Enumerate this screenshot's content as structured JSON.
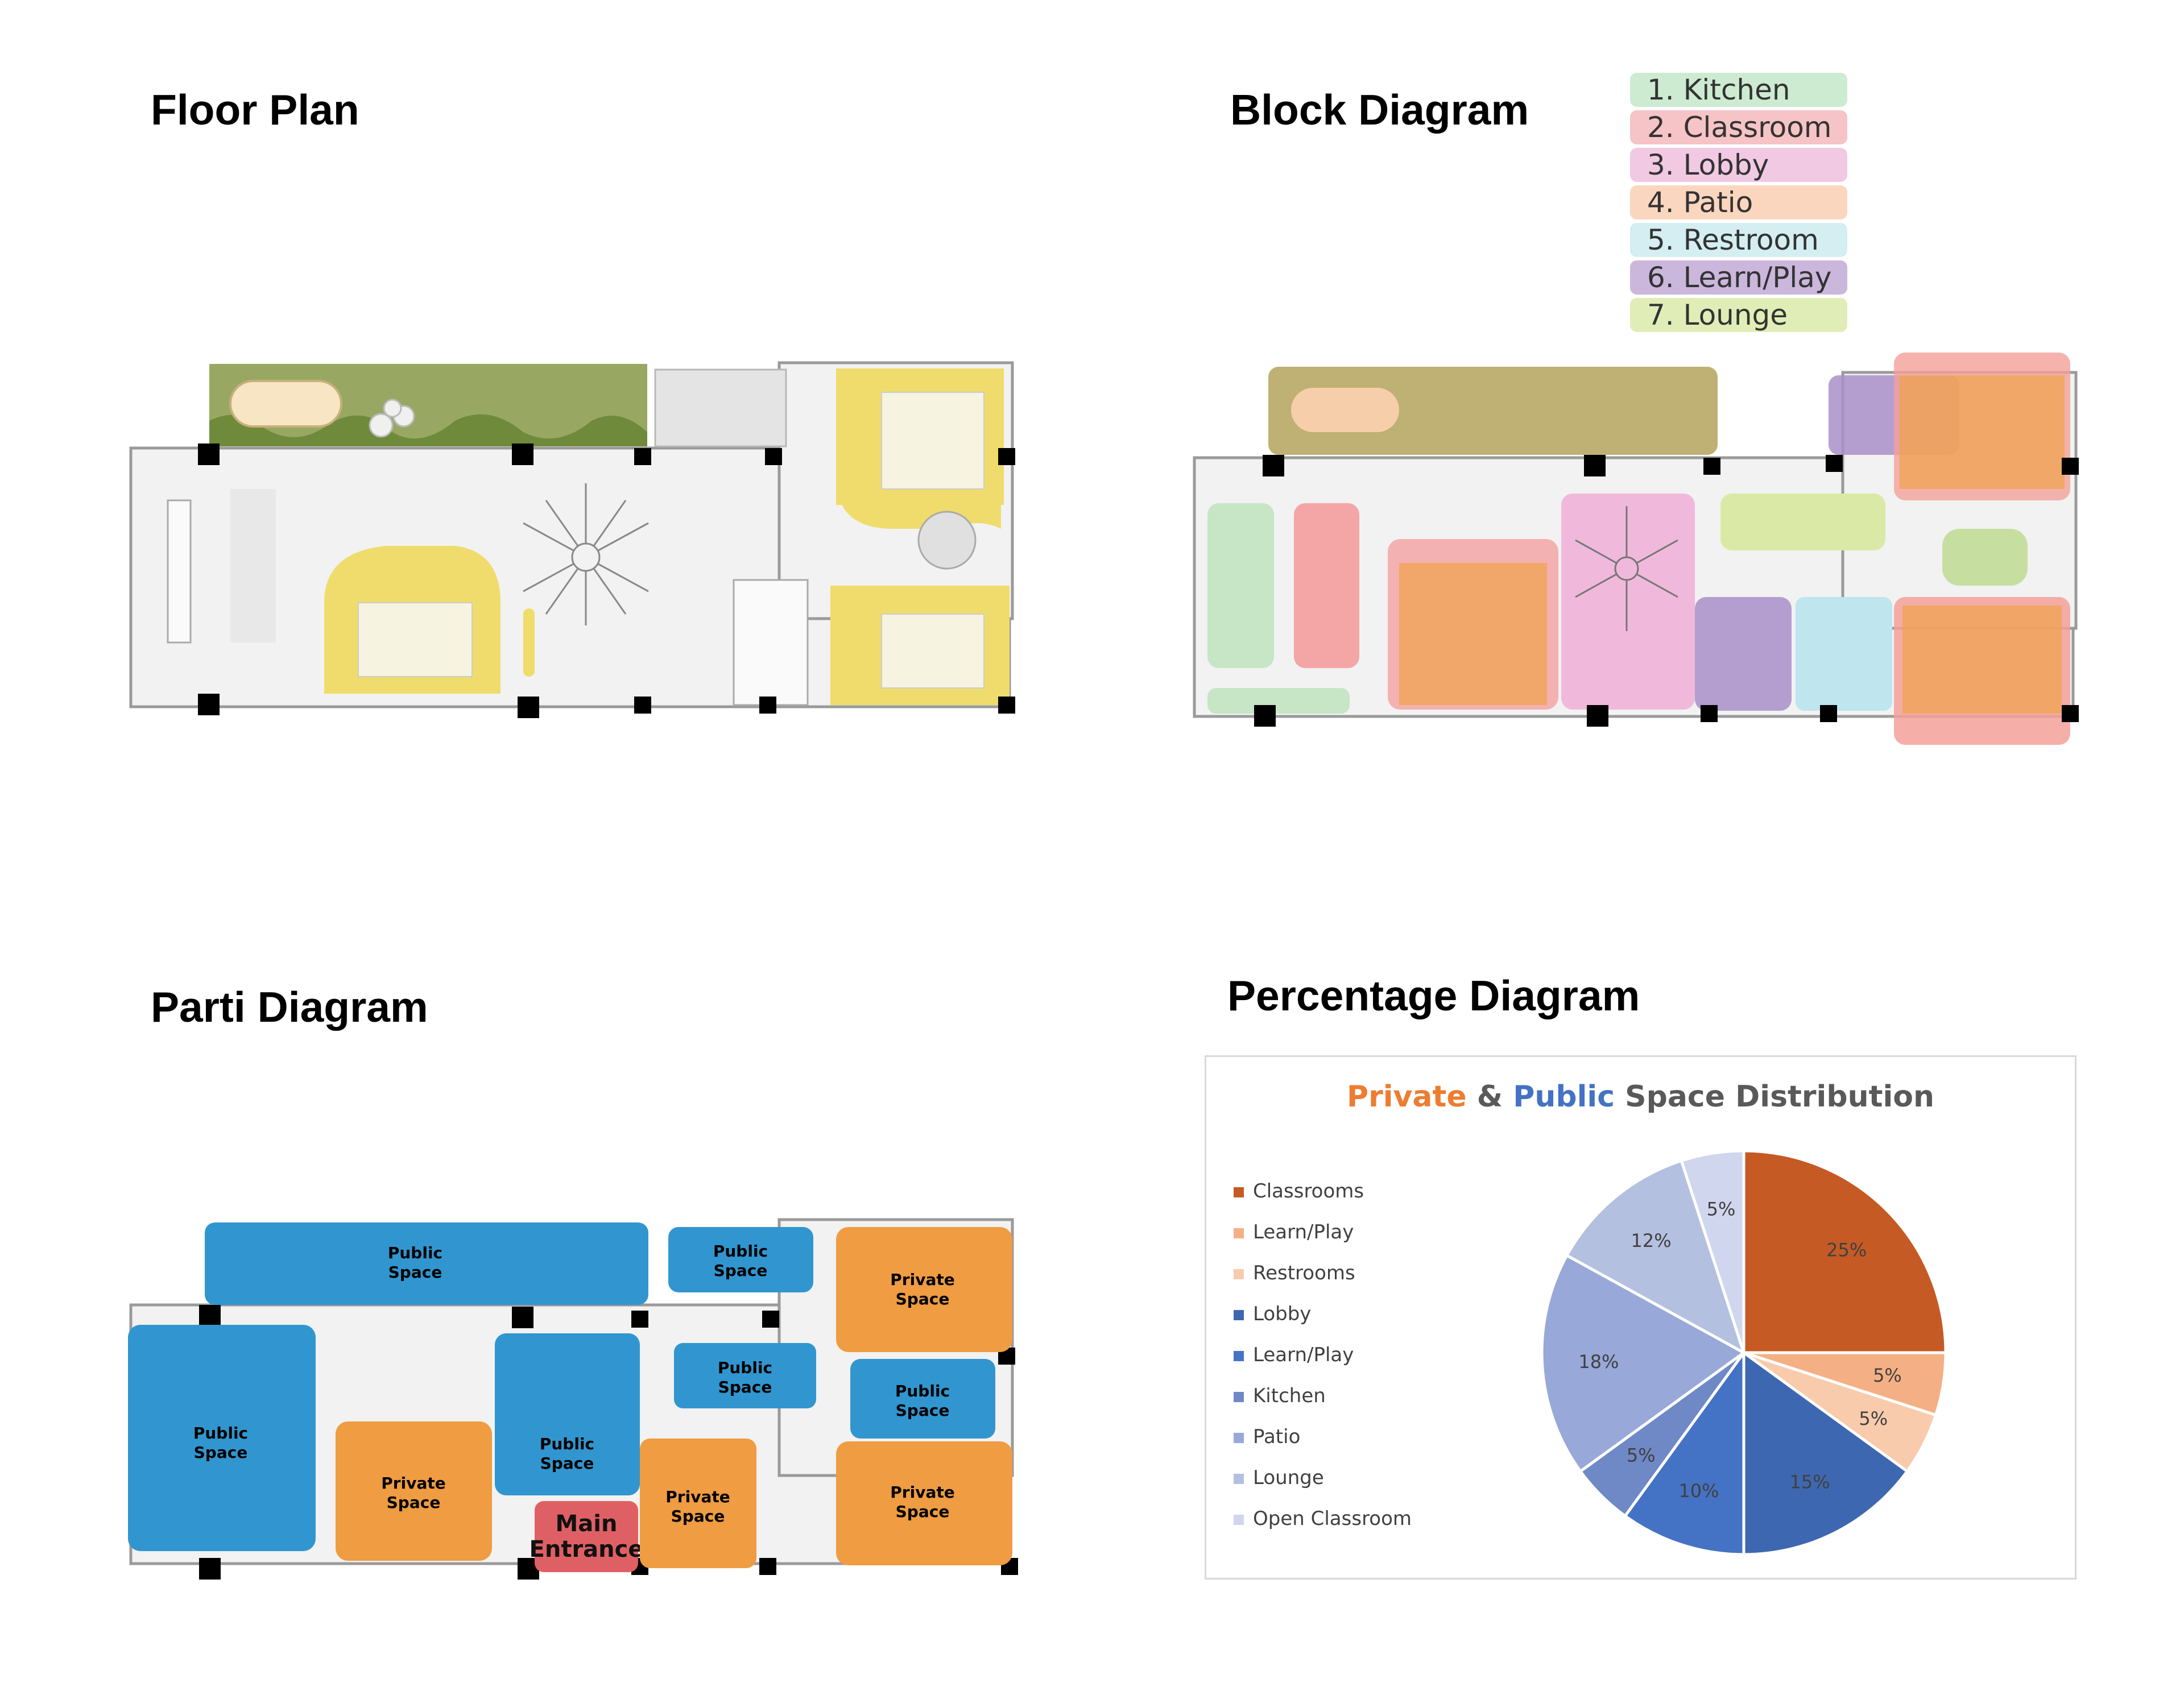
{
  "headings": {
    "floor_plan": "Floor Plan",
    "block_diagram": "Block Diagram",
    "parti_diagram": "Parti Diagram",
    "percentage_diagram": "Percentage Diagram"
  },
  "block_legend": [
    {
      "label": "1. Kitchen",
      "color": "#cdebd1"
    },
    {
      "label": "2. Classroom",
      "color": "#f6c3c6"
    },
    {
      "label": "3. Lobby",
      "color": "#f2c9e2"
    },
    {
      "label": "4. Patio",
      "color": "#fbd6bf"
    },
    {
      "label": "5. Restroom",
      "color": "#d4eef2"
    },
    {
      "label": "6. Learn/Play",
      "color": "#cbb6dc"
    },
    {
      "label": "7. Lounge",
      "color": "#e1edb7"
    }
  ],
  "parti_labels": {
    "public_space_1": "Public",
    "public_space_2": "Space",
    "private_space_1": "Private",
    "private_space_2": "Space",
    "main_entrance_1": "Main",
    "main_entrance_2": "Entrance"
  },
  "colors": {
    "public": "#3196cf",
    "private": "#ef9c42",
    "entrance": "#df6064",
    "plan_yellow": "#f0dc6c",
    "plan_green": "#98a862"
  },
  "chart_title": {
    "part1": "Private",
    "part2": " & ",
    "part3": "Public",
    "part4": " Space Distribution"
  },
  "chart_data": {
    "type": "pie",
    "title": "Private & Public Space Distribution",
    "slices": [
      {
        "label": "Classrooms",
        "value": 25,
        "color": "#c55a24"
      },
      {
        "label": "Learn/Play",
        "value": 5,
        "color": "#f4b084"
      },
      {
        "label": "Restrooms",
        "value": 5,
        "color": "#f8cbad"
      },
      {
        "label": "Lobby",
        "value": 15,
        "color": "#3e67b1"
      },
      {
        "label": "Learn/Play",
        "value": 10,
        "color": "#4472c4"
      },
      {
        "label": "Kitchen",
        "value": 5,
        "color": "#6f88c6"
      },
      {
        "label": "Patio",
        "value": 18,
        "color": "#98a8d8"
      },
      {
        "label": "Lounge",
        "value": 12,
        "color": "#b4c0e0"
      },
      {
        "label": "Open Classroom",
        "value": 5,
        "color": "#d0d6ee"
      }
    ],
    "labels": [
      "25%",
      "5%",
      "5%",
      "15%",
      "10%",
      "5%",
      "18%",
      "12%",
      "5%"
    ],
    "legend_position": "left"
  }
}
